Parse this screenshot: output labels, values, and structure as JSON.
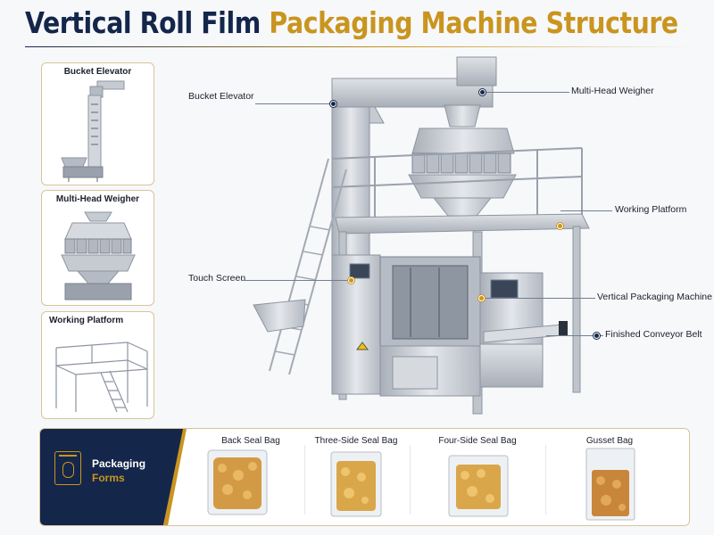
{
  "title": {
    "part1": "Vertical Roll Film",
    "part2": "Packaging Machine Structure"
  },
  "side_cards": [
    {
      "label": "Bucket Elevator"
    },
    {
      "label": "Multi-Head Weigher"
    },
    {
      "label": "Working Platform"
    }
  ],
  "callouts": {
    "bucket_elevator": "Bucket Elevator",
    "multi_head_weigher": "Multi-Head Weigher",
    "working_platform": "Working Platform",
    "touch_screen": "Touch Screen",
    "vertical_packaging_machine": "Vertical Packaging Machine",
    "finished_conveyor_belt": "Finished Conveyor Belt"
  },
  "packaging": {
    "title": "Packaging",
    "subtitle": "Forms",
    "bags": [
      "Back Seal Bag",
      "Three-Side Seal Bag",
      "Four-Side Seal Bag",
      "Gusset Bag"
    ]
  },
  "colors": {
    "navy": "#14264a",
    "gold": "#c9951f",
    "steel": "#c6cbd2"
  }
}
